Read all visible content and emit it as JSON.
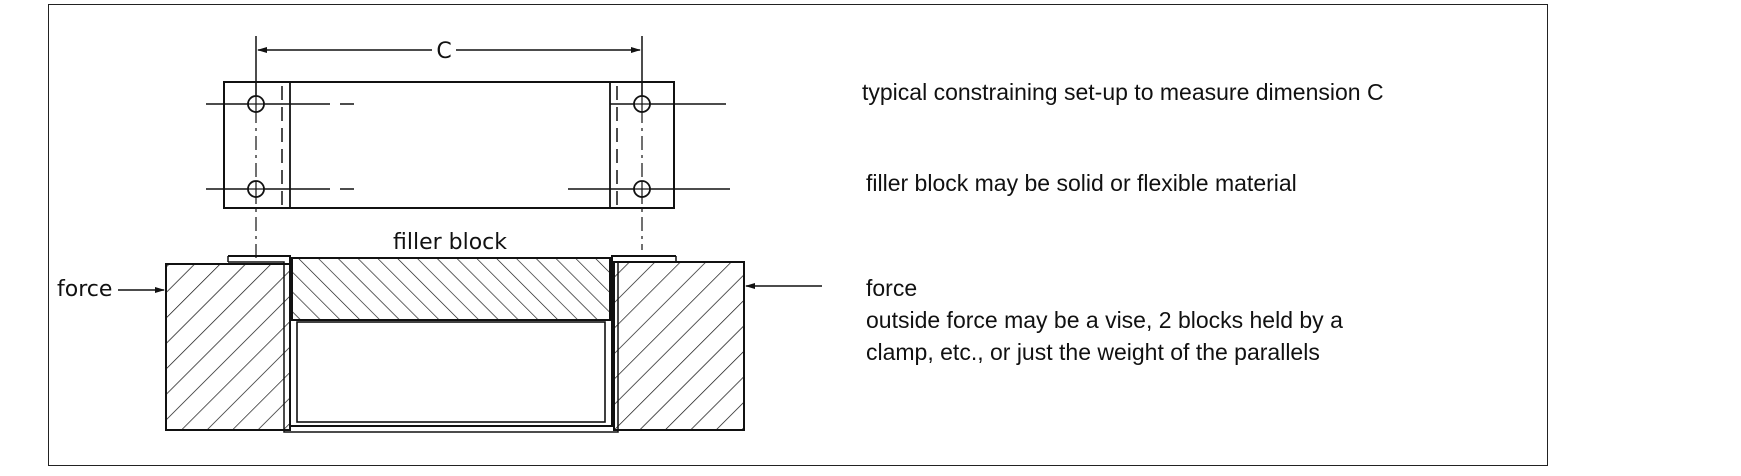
{
  "diagram": {
    "dimension_label": "C",
    "filler_label": "filler block",
    "force_label": "force"
  },
  "notes": {
    "setup": "typical constraining set-up to measure dimension C",
    "filler": "filler block may be solid or flexible material",
    "force_title": "force",
    "force_line1": "outside force may be a vise, 2 blocks held by a",
    "force_line2": "clamp, etc., or just the weight of the parallels"
  }
}
